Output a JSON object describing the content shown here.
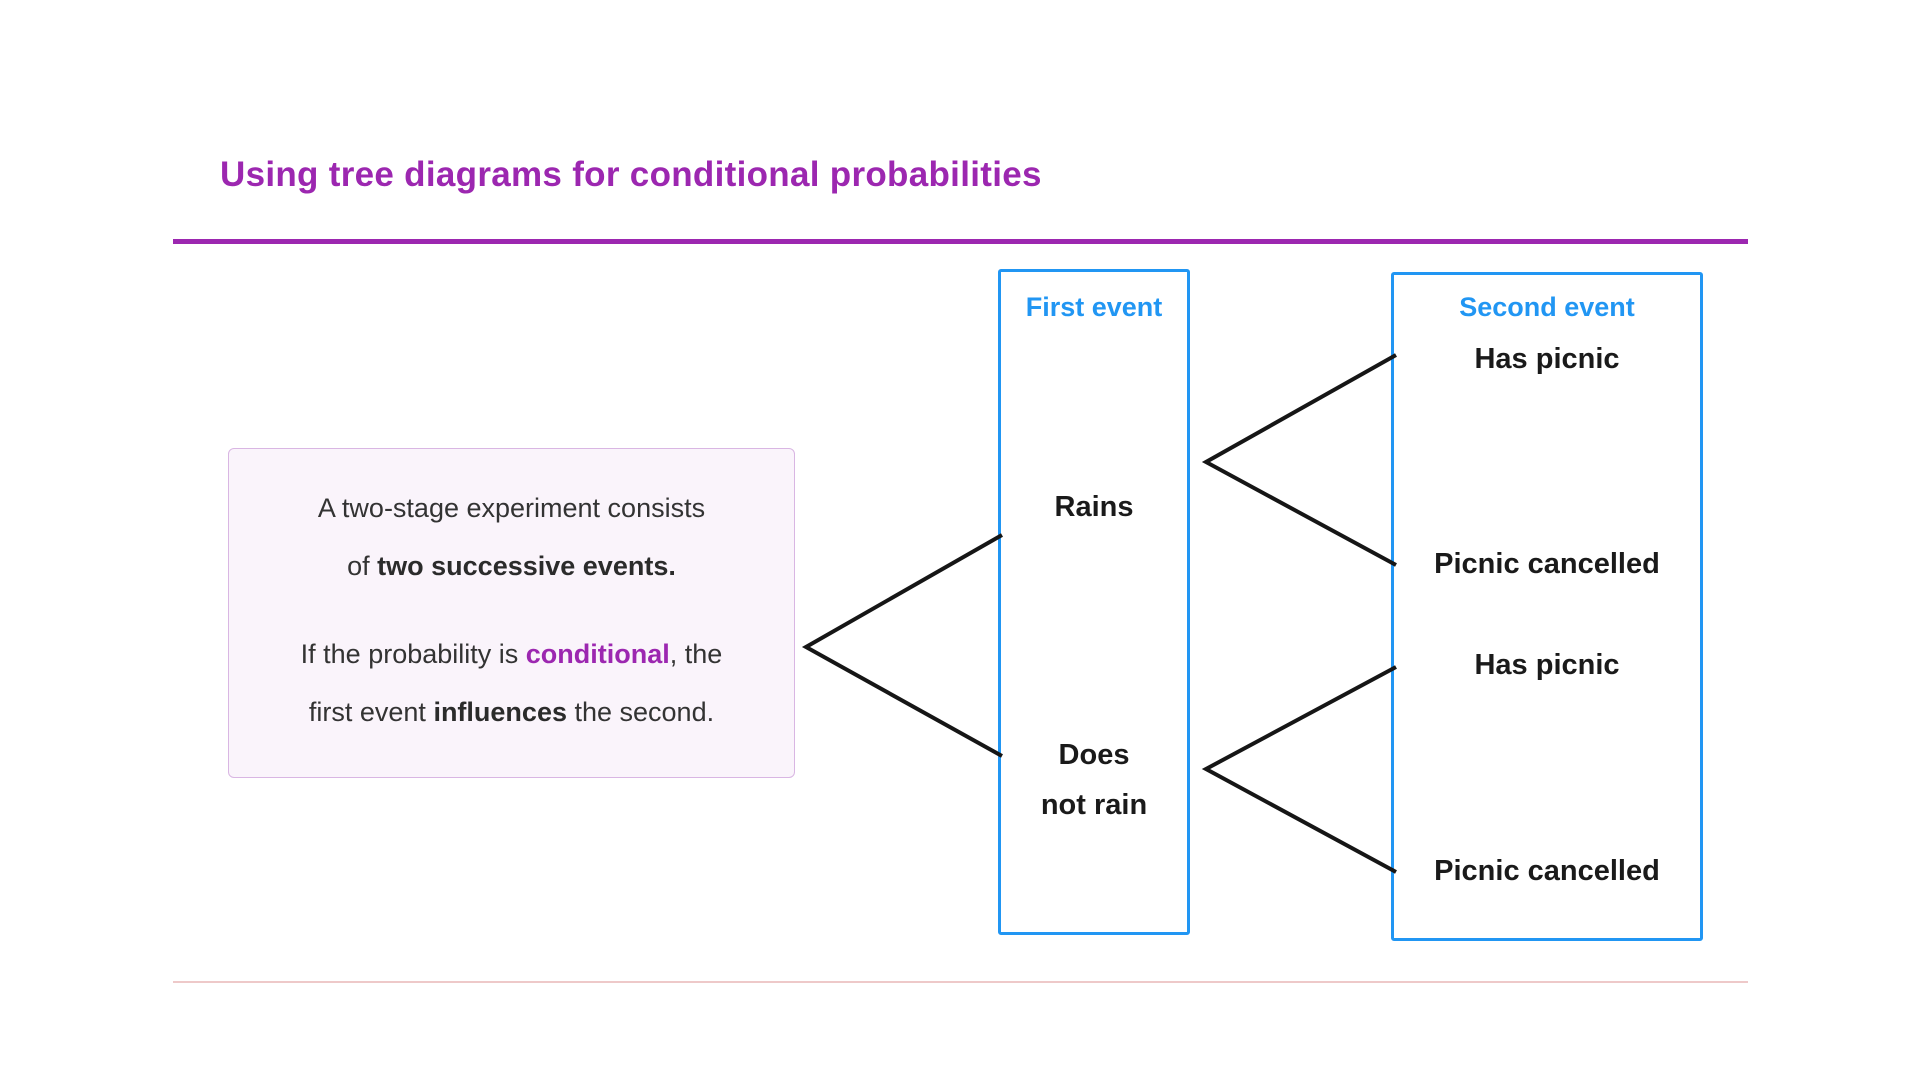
{
  "header": {
    "title": "Using tree diagrams for conditional probabilities"
  },
  "info_box": {
    "line1": "A two-stage experiment consists",
    "line2_normal": "of ",
    "line2_bold": "two successive events.",
    "line3_normal1": "If the probability is ",
    "line3_bold": "conditional",
    "line3_normal2": ", the",
    "line4_normal1": "first event ",
    "line4_bold": "influences",
    "line4_normal2": " the second."
  },
  "tree": {
    "first_event": {
      "label": "First event",
      "nodes": [
        "Rains",
        "Does\nnot rain"
      ]
    },
    "second_event": {
      "label": "Second event",
      "nodes": [
        "Has picnic",
        "Picnic cancelled",
        "Has picnic",
        "Picnic cancelled"
      ]
    }
  },
  "colors": {
    "accent_purple": "#9c27b0",
    "accent_blue": "#2196f3",
    "branch_line": "#161616",
    "info_box_background": "#faf4fb"
  }
}
